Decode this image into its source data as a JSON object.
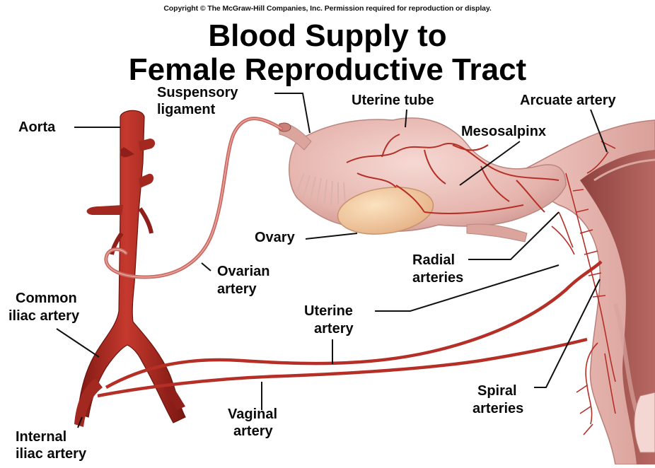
{
  "copyright": "Copyright © The McGraw-Hill Companies, Inc. Permission required for reproduction or display.",
  "title": {
    "line1": "Blood Supply to",
    "line2": "Female Reproductive Tract"
  },
  "labels": {
    "aorta": "Aorta",
    "suspensory_1": "Suspensory",
    "suspensory_2": "ligament",
    "uterine_tube": "Uterine tube",
    "arcuate_artery": "Arcuate artery",
    "mesosalpinx": "Mesosalpinx",
    "ovary": "Ovary",
    "radial_1": "Radial",
    "radial_2": "arteries",
    "ovarian_1": "Ovarian",
    "ovarian_2": "artery",
    "common_iliac_1": "Common",
    "common_iliac_2": "iliac artery",
    "uterine_artery_1": "Uterine",
    "uterine_artery_2": "artery",
    "vaginal_1": "Vaginal",
    "vaginal_2": "artery",
    "spiral_1": "Spiral",
    "spiral_2": "arteries",
    "internal_iliac_1": "Internal",
    "internal_iliac_2": "iliac artery"
  },
  "colors": {
    "artery": "#b8322a",
    "artery_dark": "#8e1f1a",
    "tissue_pink": "#ecc3bd",
    "tissue_dark": "#c98f87",
    "ovary": "#f3cda3",
    "uterus_inner": "#a5534e",
    "leader_line": "#111111"
  }
}
